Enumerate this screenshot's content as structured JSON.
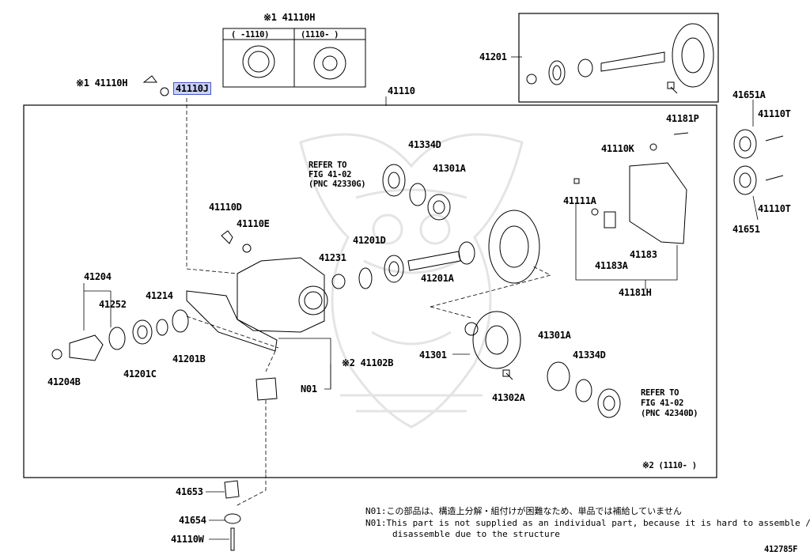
{
  "diagram_id": "412785F",
  "labels": {
    "inset_top": "※1 41110H",
    "inset_left_col": "(    -1110)",
    "inset_right_col": "(1110-     )",
    "star1_41110H": "※1 41110H",
    "hl_41110J": "41110J",
    "p41110": "41110",
    "p41201_top": "41201",
    "p41651A": "41651A",
    "p41110T_1": "41110T",
    "p41110T_2": "41110T",
    "p41651": "41651",
    "p41181P": "41181P",
    "p41110K": "41110K",
    "p41111A": "41111A",
    "p41183": "41183",
    "p41183A": "41183A",
    "p41181H": "41181H",
    "p41334D_top": "41334D",
    "p41301A_top": "41301A",
    "refer1_a": "REFER TO",
    "refer1_b": "FIG 41-02",
    "refer1_c": "(PNC 42330G)",
    "p41110D": "41110D",
    "p41110E": "41110E",
    "p41201D": "41201D",
    "p41231": "41231",
    "p41201A": "41201A",
    "p41204": "41204",
    "p41252": "41252",
    "p41214": "41214",
    "p41201C": "41201C",
    "p41201B": "41201B",
    "p41204B": "41204B",
    "star2_41102B": "※2 41102B",
    "N01": "N01",
    "p41301": "41301",
    "p41301A_bot": "41301A",
    "p41334D_bot": "41334D",
    "p41302A": "41302A",
    "refer2_a": "REFER TO",
    "refer2_b": "FIG 41-02",
    "refer2_c": "(PNC 42340D)",
    "star2_range": "※2 (1110-     )",
    "p41653": "41653",
    "p41654": "41654",
    "p41110W": "41110W"
  },
  "notes": {
    "line1_jp": "N01:この部品は、構造上分解・組付けが困難なため、単品では補給していません",
    "line2_en": "N01:This part is not supplied as an individual part, because it is hard to assemble /",
    "line3_en": "disassemble due to the structure"
  },
  "colors": {
    "highlight": "#c9d2f5",
    "highlight_border": "#4a57c8",
    "watermark": "#e6e6e6"
  }
}
